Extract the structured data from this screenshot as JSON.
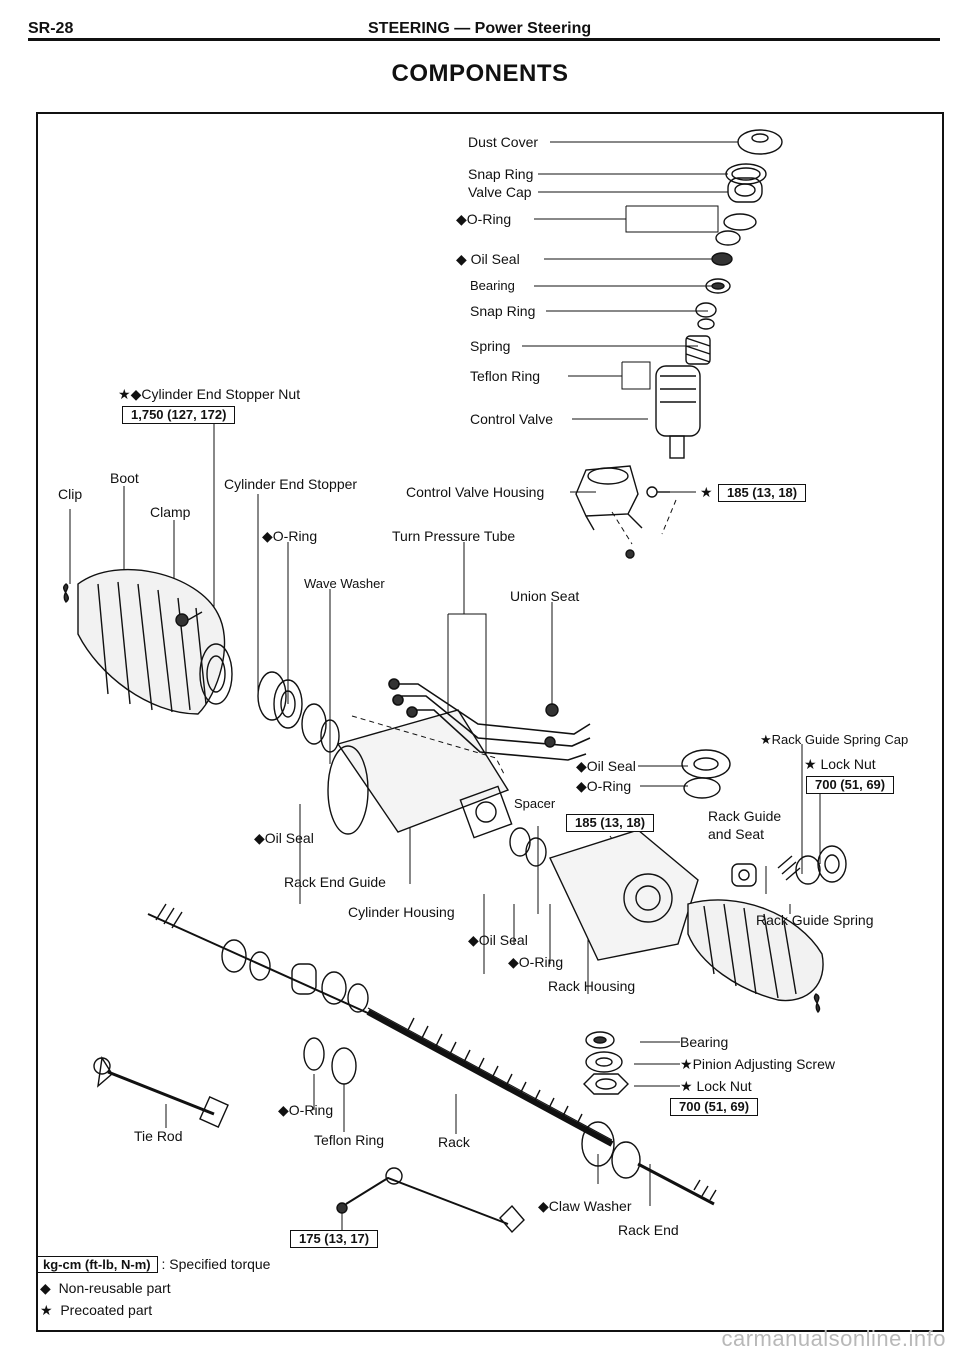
{
  "header": {
    "page_number": "SR-28",
    "section": "STEERING — Power Steering"
  },
  "title": "COMPONENTS",
  "markers": {
    "non_reusable": "◆",
    "precoated": "★"
  },
  "labels": {
    "dust_cover": "Dust Cover",
    "snap_ring_top": "Snap Ring",
    "valve_cap": "Valve Cap",
    "o_ring_top": "O-Ring",
    "oil_seal_top": "Oil Seal",
    "bearing_top": "Bearing",
    "snap_ring_2": "Snap Ring",
    "spring": "Spring",
    "teflon_ring_top": "Teflon Ring",
    "control_valve": "Control Valve",
    "cylinder_end_stopper_nut": "Cylinder End Stopper Nut",
    "clip": "Clip",
    "boot": "Boot",
    "clamp": "Clamp",
    "cylinder_end_stopper": "Cylinder End Stopper",
    "control_valve_housing": "Control Valve Housing",
    "o_ring_stopper": "O-Ring",
    "turn_pressure_tube": "Turn Pressure Tube",
    "wave_washer": "Wave Washer",
    "union_seat": "Union Seat",
    "rack_guide_spring_cap": "Rack Guide Spring Cap",
    "oil_seal_mid": "Oil Seal",
    "o_ring_mid": "O-Ring",
    "lock_nut_right": "Lock Nut",
    "spacer": "Spacer",
    "rack_guide": "Rack Guide",
    "and_seat": "and Seat",
    "oil_seal_left": "Oil Seal",
    "rack_end_guide": "Rack End Guide",
    "cylinder_housing": "Cylinder Housing",
    "rack_guide_spring": "Rack Guide Spring",
    "oil_seal_low": "Oil Seal",
    "o_ring_low": "O-Ring",
    "rack_housing": "Rack Housing",
    "bearing_low": "Bearing",
    "pinion_adjusting_screw": "Pinion Adjusting Screw",
    "lock_nut_low": "Lock Nut",
    "o_ring_bottom": "O-Ring",
    "tie_rod": "Tie Rod",
    "teflon_ring_bottom": "Teflon Ring",
    "rack": "Rack",
    "claw_washer": "Claw Washer",
    "rack_end": "Rack End"
  },
  "torques": {
    "cylinder_end_stopper_nut": "1,750 (127, 172)",
    "control_valve_housing_bolt": "185 (13, 18)",
    "lock_nut_right": "700 (51, 69)",
    "spacer": "185 (13, 18)",
    "lock_nut_low": "700 (51, 69)",
    "tie_rod_end": "175 (13, 17)"
  },
  "legend": {
    "unit_box": "kg-cm (ft-lb, N-m)",
    "unit_desc": ": Specified torque",
    "non_reusable": "Non-reusable part",
    "precoated": "Precoated part"
  },
  "watermark": "carmanualsonline.info"
}
